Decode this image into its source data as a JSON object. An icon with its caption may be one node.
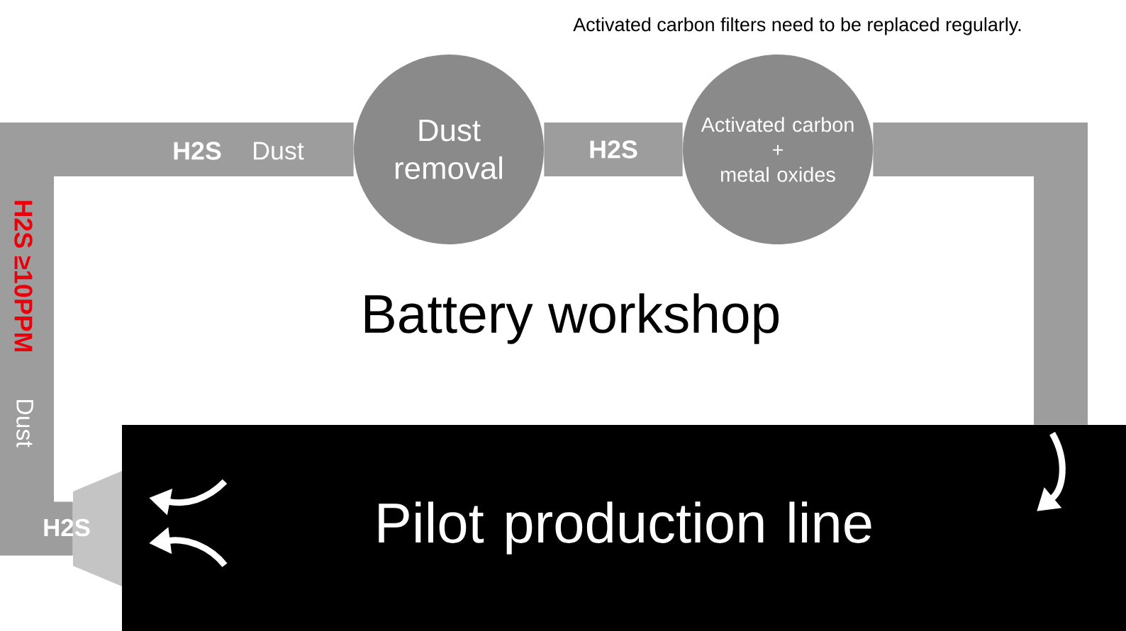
{
  "diagram": {
    "nodes": [
      {
        "text": [
          "Dust removal"
        ]
      },
      {
        "text": [
          "Activated carbon",
          "+",
          "metal oxides"
        ]
      },
      {
        "text": [
          "Pilot production line"
        ]
      },
      {
        "text": [],
        "shape": "trapezium"
      }
    ],
    "edges": [
      {
        "from": 3,
        "to": 0,
        "arrow": "none"
      },
      {
        "from": 0,
        "to": 1,
        "arrow": "none",
        "label": "H2S"
      },
      {
        "from": 1,
        "to": 2,
        "arrow": "none"
      }
    ],
    "labels": [
      "Activated carbon filters need to be replaced regularly.",
      "H2S",
      "Dust",
      "Battery workshop",
      "H2S ≥10PPM",
      "Dust",
      "H2S"
    ]
  }
}
